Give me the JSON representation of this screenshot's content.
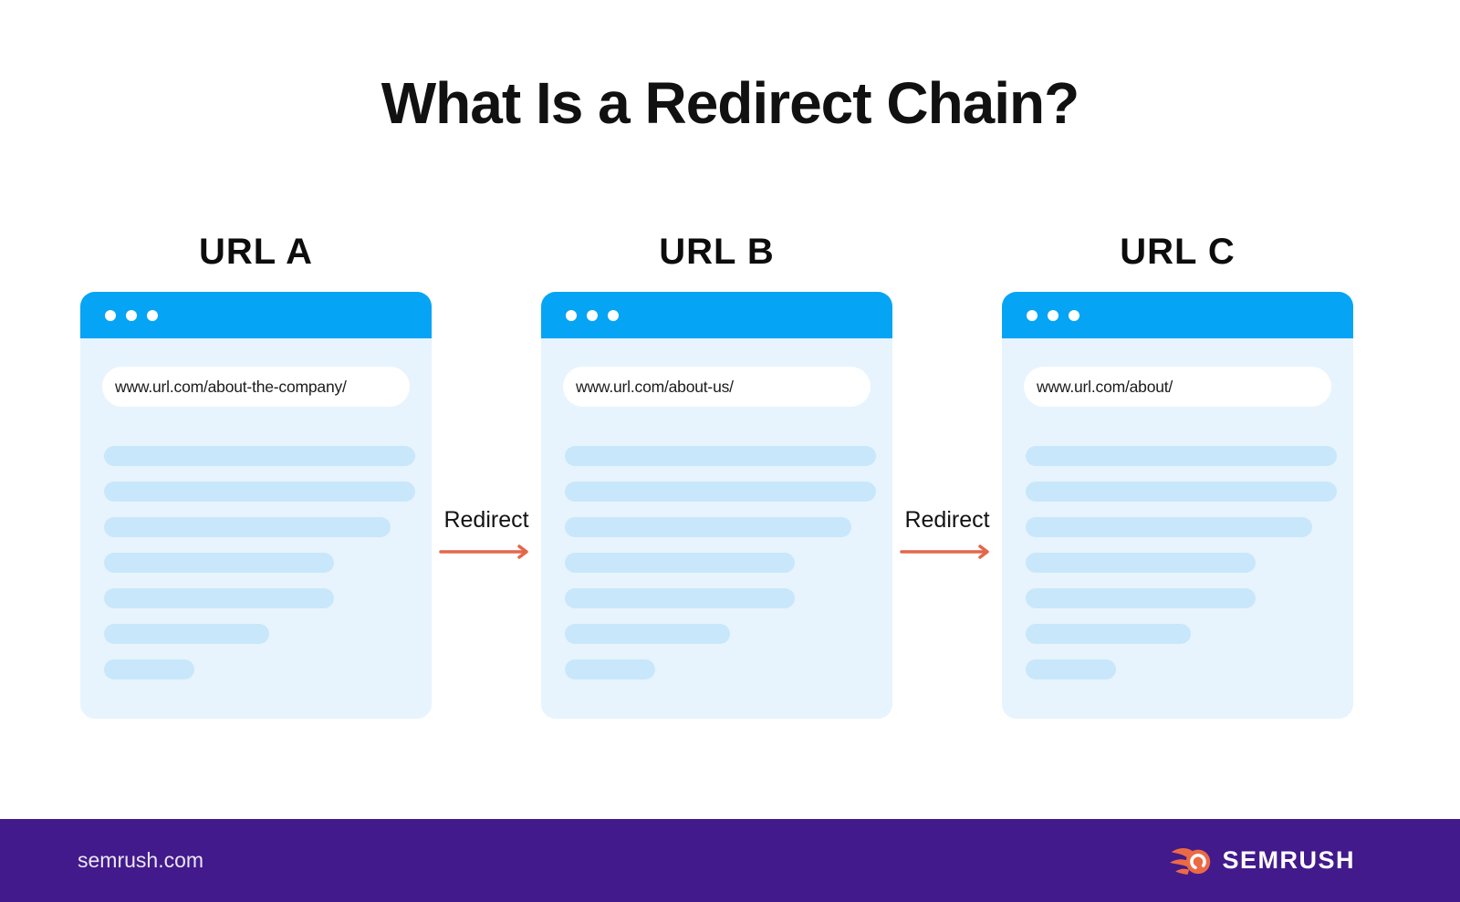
{
  "title": "What Is a Redirect Chain?",
  "browsers": [
    {
      "label": "URL A",
      "url": "www.url.com/about-the-company/"
    },
    {
      "label": "URL B",
      "url": "www.url.com/about-us/"
    },
    {
      "label": "URL C",
      "url": "www.url.com/about/"
    }
  ],
  "connectors": [
    {
      "label": "Redirect"
    },
    {
      "label": "Redirect"
    }
  ],
  "skeleton_line_widths_pct": [
    100,
    100,
    92,
    74,
    74,
    53,
    29
  ],
  "footer": {
    "site_url": "semrush.com",
    "brand_name": "SEMRUSH"
  },
  "icons": {
    "window_dots": "three-white-dots",
    "redirect_arrow": "right-arrow",
    "brand_logo": "semrush-flame-ball"
  },
  "colors": {
    "browser_header_blue": "#06A4F4",
    "browser_body_blue": "#E7F4FD",
    "skeleton_line_blue": "#C9E7FA",
    "arrow_orange": "#E4674A",
    "logo_orange": "#EB6A45",
    "footer_purple": "#421A8B",
    "title_black": "#111111"
  }
}
